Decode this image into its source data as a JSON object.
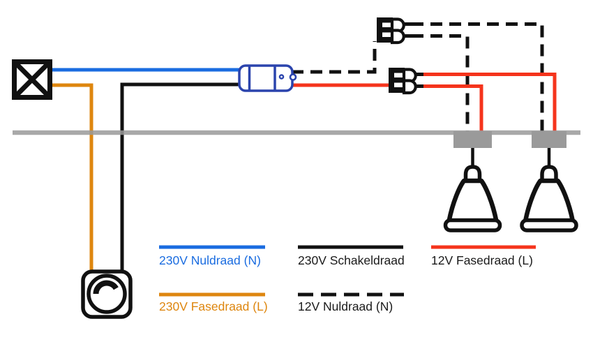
{
  "colors": {
    "wire_blue": "#1a6ce0",
    "wire_orange": "#de860e",
    "wire_black": "#111111",
    "wire_red": "#f5341c",
    "wire_gray": "#9a9a9a",
    "transformer_blue": "#2b44ad",
    "text_dark": "#1a1a1a",
    "background": "#ffffff"
  },
  "legend": {
    "items": [
      {
        "label": "230V Nuldraad (N)",
        "line_color": "#1a6ce0",
        "line_style": "solid",
        "label_color": "#1a6ce0"
      },
      {
        "label": "230V Fasedraad (L)",
        "line_color": "#de860e",
        "line_style": "solid",
        "label_color": "#de860e"
      },
      {
        "label": "230V Schakeldraad",
        "line_color": "#111111",
        "line_style": "solid",
        "label_color": "#1a1a1a"
      },
      {
        "label": "12V Nuldraad (N)",
        "line_color": "#111111",
        "line_style": "dashed",
        "label_color": "#1a1a1a"
      },
      {
        "label": "12V Fasedraad (L)",
        "line_color": "#f5341c",
        "line_style": "solid",
        "label_color": "#1a1a1a"
      }
    ]
  },
  "components": {
    "junction_box": "junction-box-icon",
    "transformer": "12v-transformer-icon",
    "dimmer": "dimmer-switch-icon",
    "connector": "wire-connector-icon",
    "lamp": "halogen-spot-icon",
    "ceiling": "ceiling-line"
  }
}
